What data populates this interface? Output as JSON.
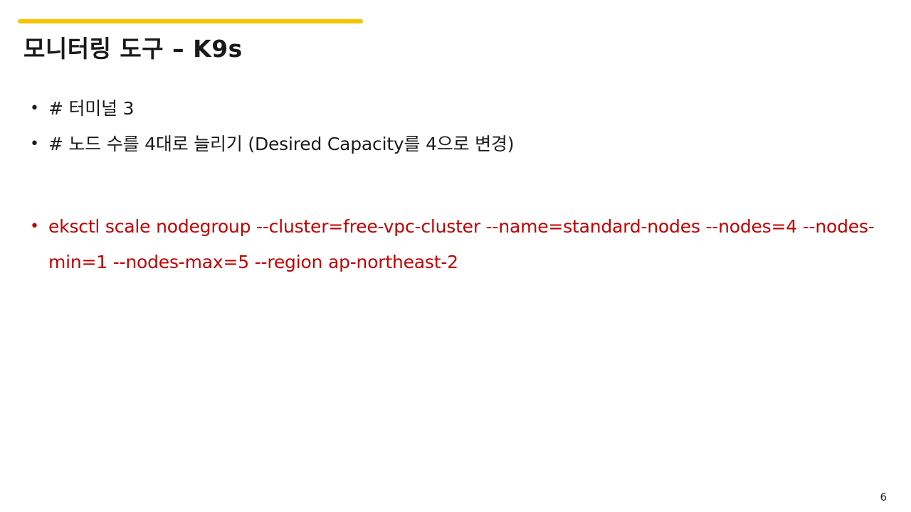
{
  "slide": {
    "title": "모니터링 도구 – K9s",
    "page_number": "6",
    "colors": {
      "accent_bar": "#f6c400",
      "text": "#1a1a1a",
      "command": "#c00000"
    },
    "bullets": [
      {
        "text": "# 터미널 3"
      },
      {
        "text": "# 노드 수를 4대로 늘리기 (Desired Capacity를 4으로 변경)"
      },
      {
        "text": "eksctl scale nodegroup --cluster=free-vpc-cluster --name=standard-nodes --nodes=4 --nodes-min=1 --nodes-max=5 --region ap-northeast-2"
      }
    ]
  }
}
